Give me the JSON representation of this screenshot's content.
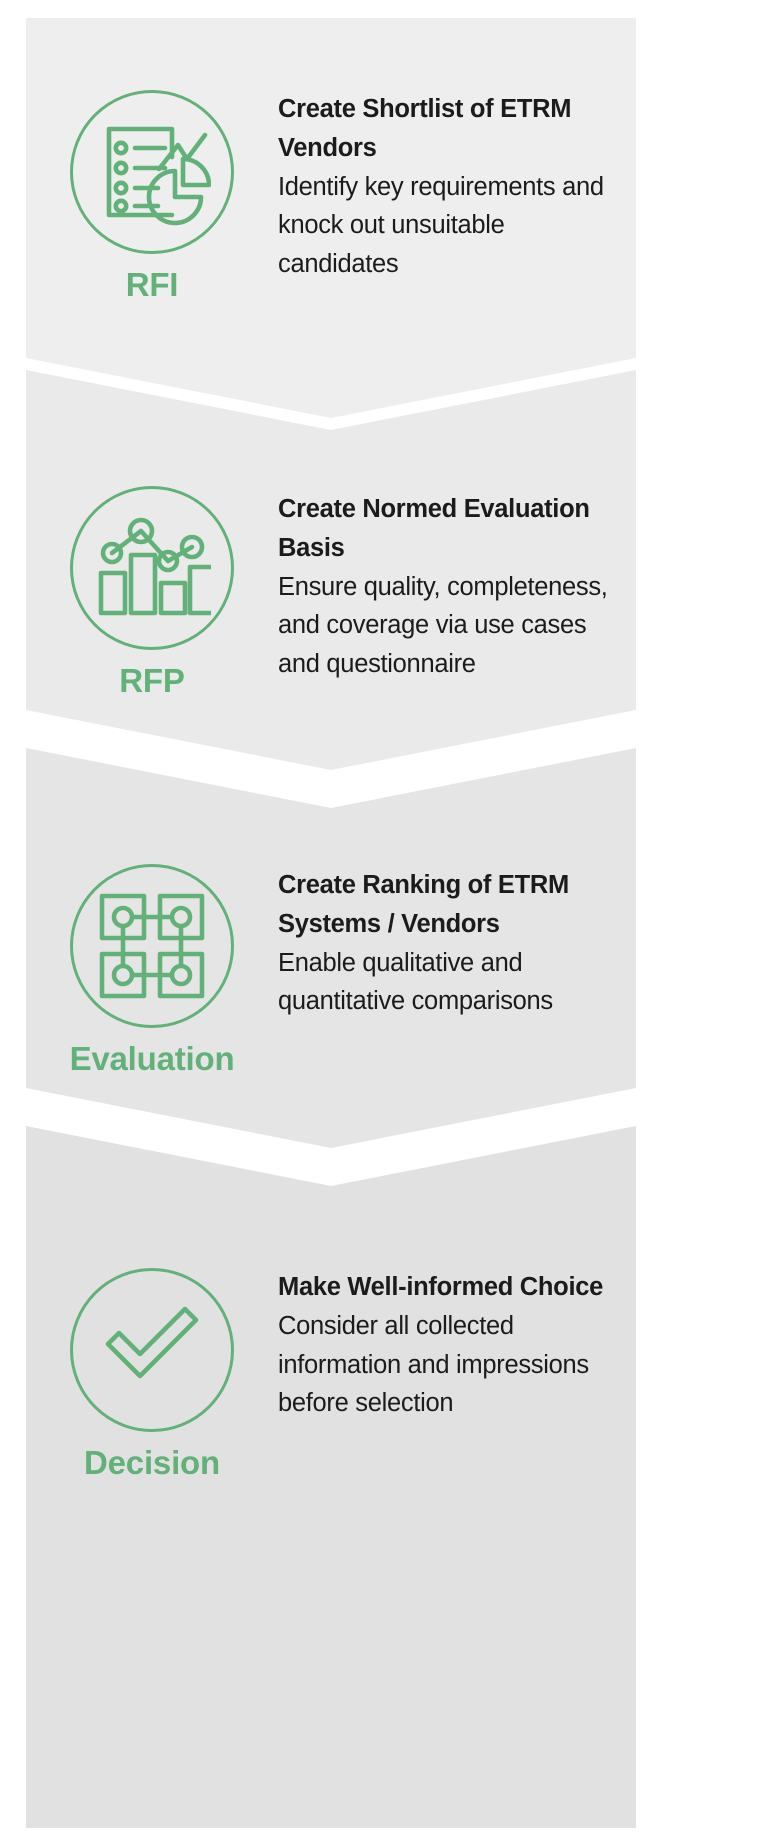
{
  "diagram": {
    "type": "vertical-chevron-funnel",
    "orientation": "top-to-bottom",
    "stage_count": 4,
    "background_color": "#ffffff",
    "accent_color": "#62b179",
    "text_color": "#1b1b1b",
    "panel_colors": [
      "#efeeee",
      "#ebeaea",
      "#e6e5e5",
      "#e2e1e1"
    ],
    "separator_color": "#ffffff",
    "separator_shape": "downward-chevron"
  },
  "stages": [
    {
      "label": "RFI",
      "icon": "checklist-chart-icon",
      "title": "Create Shortlist of ETRM Vendors",
      "description": "Identify key requirements and knock out unsuitable candidates",
      "panel_color": "#efeeee"
    },
    {
      "label": "RFP",
      "icon": "bar-chart-line-icon",
      "title": "Create Normed Evaluation Basis",
      "description": "Ensure quality, completeness, and coverage via use cases and questionnaire",
      "panel_color": "#ebeaea"
    },
    {
      "label": "Evaluation",
      "icon": "matrix-network-icon",
      "title": "Create Ranking of ETRM Systems / Vendors",
      "description": "Enable qualitative and quantitative comparisons",
      "panel_color": "#e6e5e5"
    },
    {
      "label": "Decision",
      "icon": "checkmark-circle-icon",
      "title": "Make Well-informed Choice",
      "description": "Consider all collected information and impressions before selection",
      "panel_color": "#e2e1e1"
    }
  ]
}
